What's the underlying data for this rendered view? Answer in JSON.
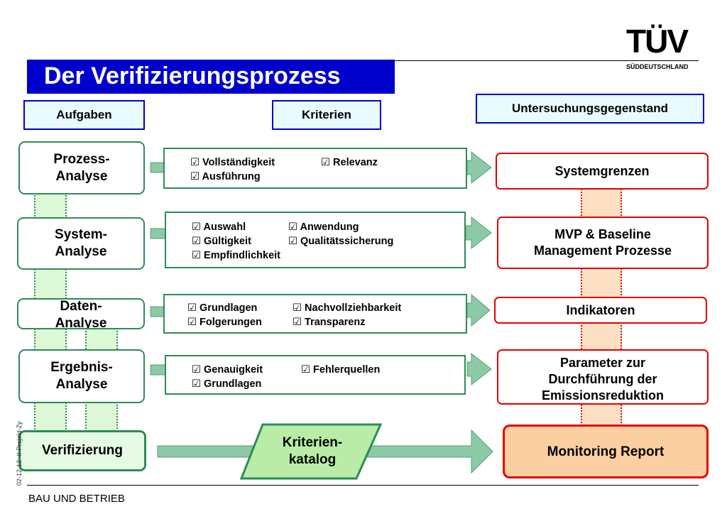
{
  "header": {
    "title": "Der Verifizierungsprozess",
    "logo": "TÜV",
    "logo_sub": "SÜDDEUTSCHLAND"
  },
  "columns": {
    "tasks": "Aufgaben",
    "criteria": "Kriterien",
    "subject": "Untersuchungsgegenstand"
  },
  "rows": [
    {
      "task": [
        "Prozess-",
        "Analyse"
      ],
      "criteria": [
        [
          "☑ Vollständigkeit",
          "☑ Relevanz"
        ],
        [
          "☑ Ausführung",
          ""
        ]
      ],
      "result": [
        "Systemgrenzen"
      ]
    },
    {
      "task": [
        "System-",
        "Analyse"
      ],
      "criteria": [
        [
          "☑ Auswahl",
          "☑ Anwendung"
        ],
        [
          "☑ Gültigkeit",
          "☑ Qualitätssicherung"
        ],
        [
          "☑ Empfindlichkeit",
          ""
        ]
      ],
      "result": [
        "MVP & Baseline",
        "Management Prozesse"
      ]
    },
    {
      "task": [
        "Daten-",
        "Analyse"
      ],
      "criteria": [
        [
          "☑ Grundlagen",
          "☑ Nachvollziehbarkeit"
        ],
        [
          "☑ Folgerungen",
          "☑ Transparenz"
        ]
      ],
      "result": [
        "Indikatoren"
      ]
    },
    {
      "task": [
        "Ergebnis-",
        "Analyse"
      ],
      "criteria": [
        [
          "☑ Genauigkeit",
          "☑ Fehlerquellen"
        ],
        [
          "☑ Grundlagen",
          ""
        ]
      ],
      "result": [
        "Parameter zur",
        "Durchführung der",
        "Emissionsreduktion"
      ]
    }
  ],
  "final": {
    "task": "Verifizierung",
    "catalog": [
      "Kriterien-",
      "katalog"
    ],
    "result": "Monitoring Report"
  },
  "footer": {
    "left": "BAU UND BETRIEB",
    "side": "02-12-12    -II-Projekt-Zy"
  },
  "colors": {
    "title_bg": "#0000cc",
    "task_border": "#2e8b57",
    "result_border": "#e60000",
    "arrow_fill": "#8cc9a6",
    "report_fill": "#fbcfa0"
  }
}
